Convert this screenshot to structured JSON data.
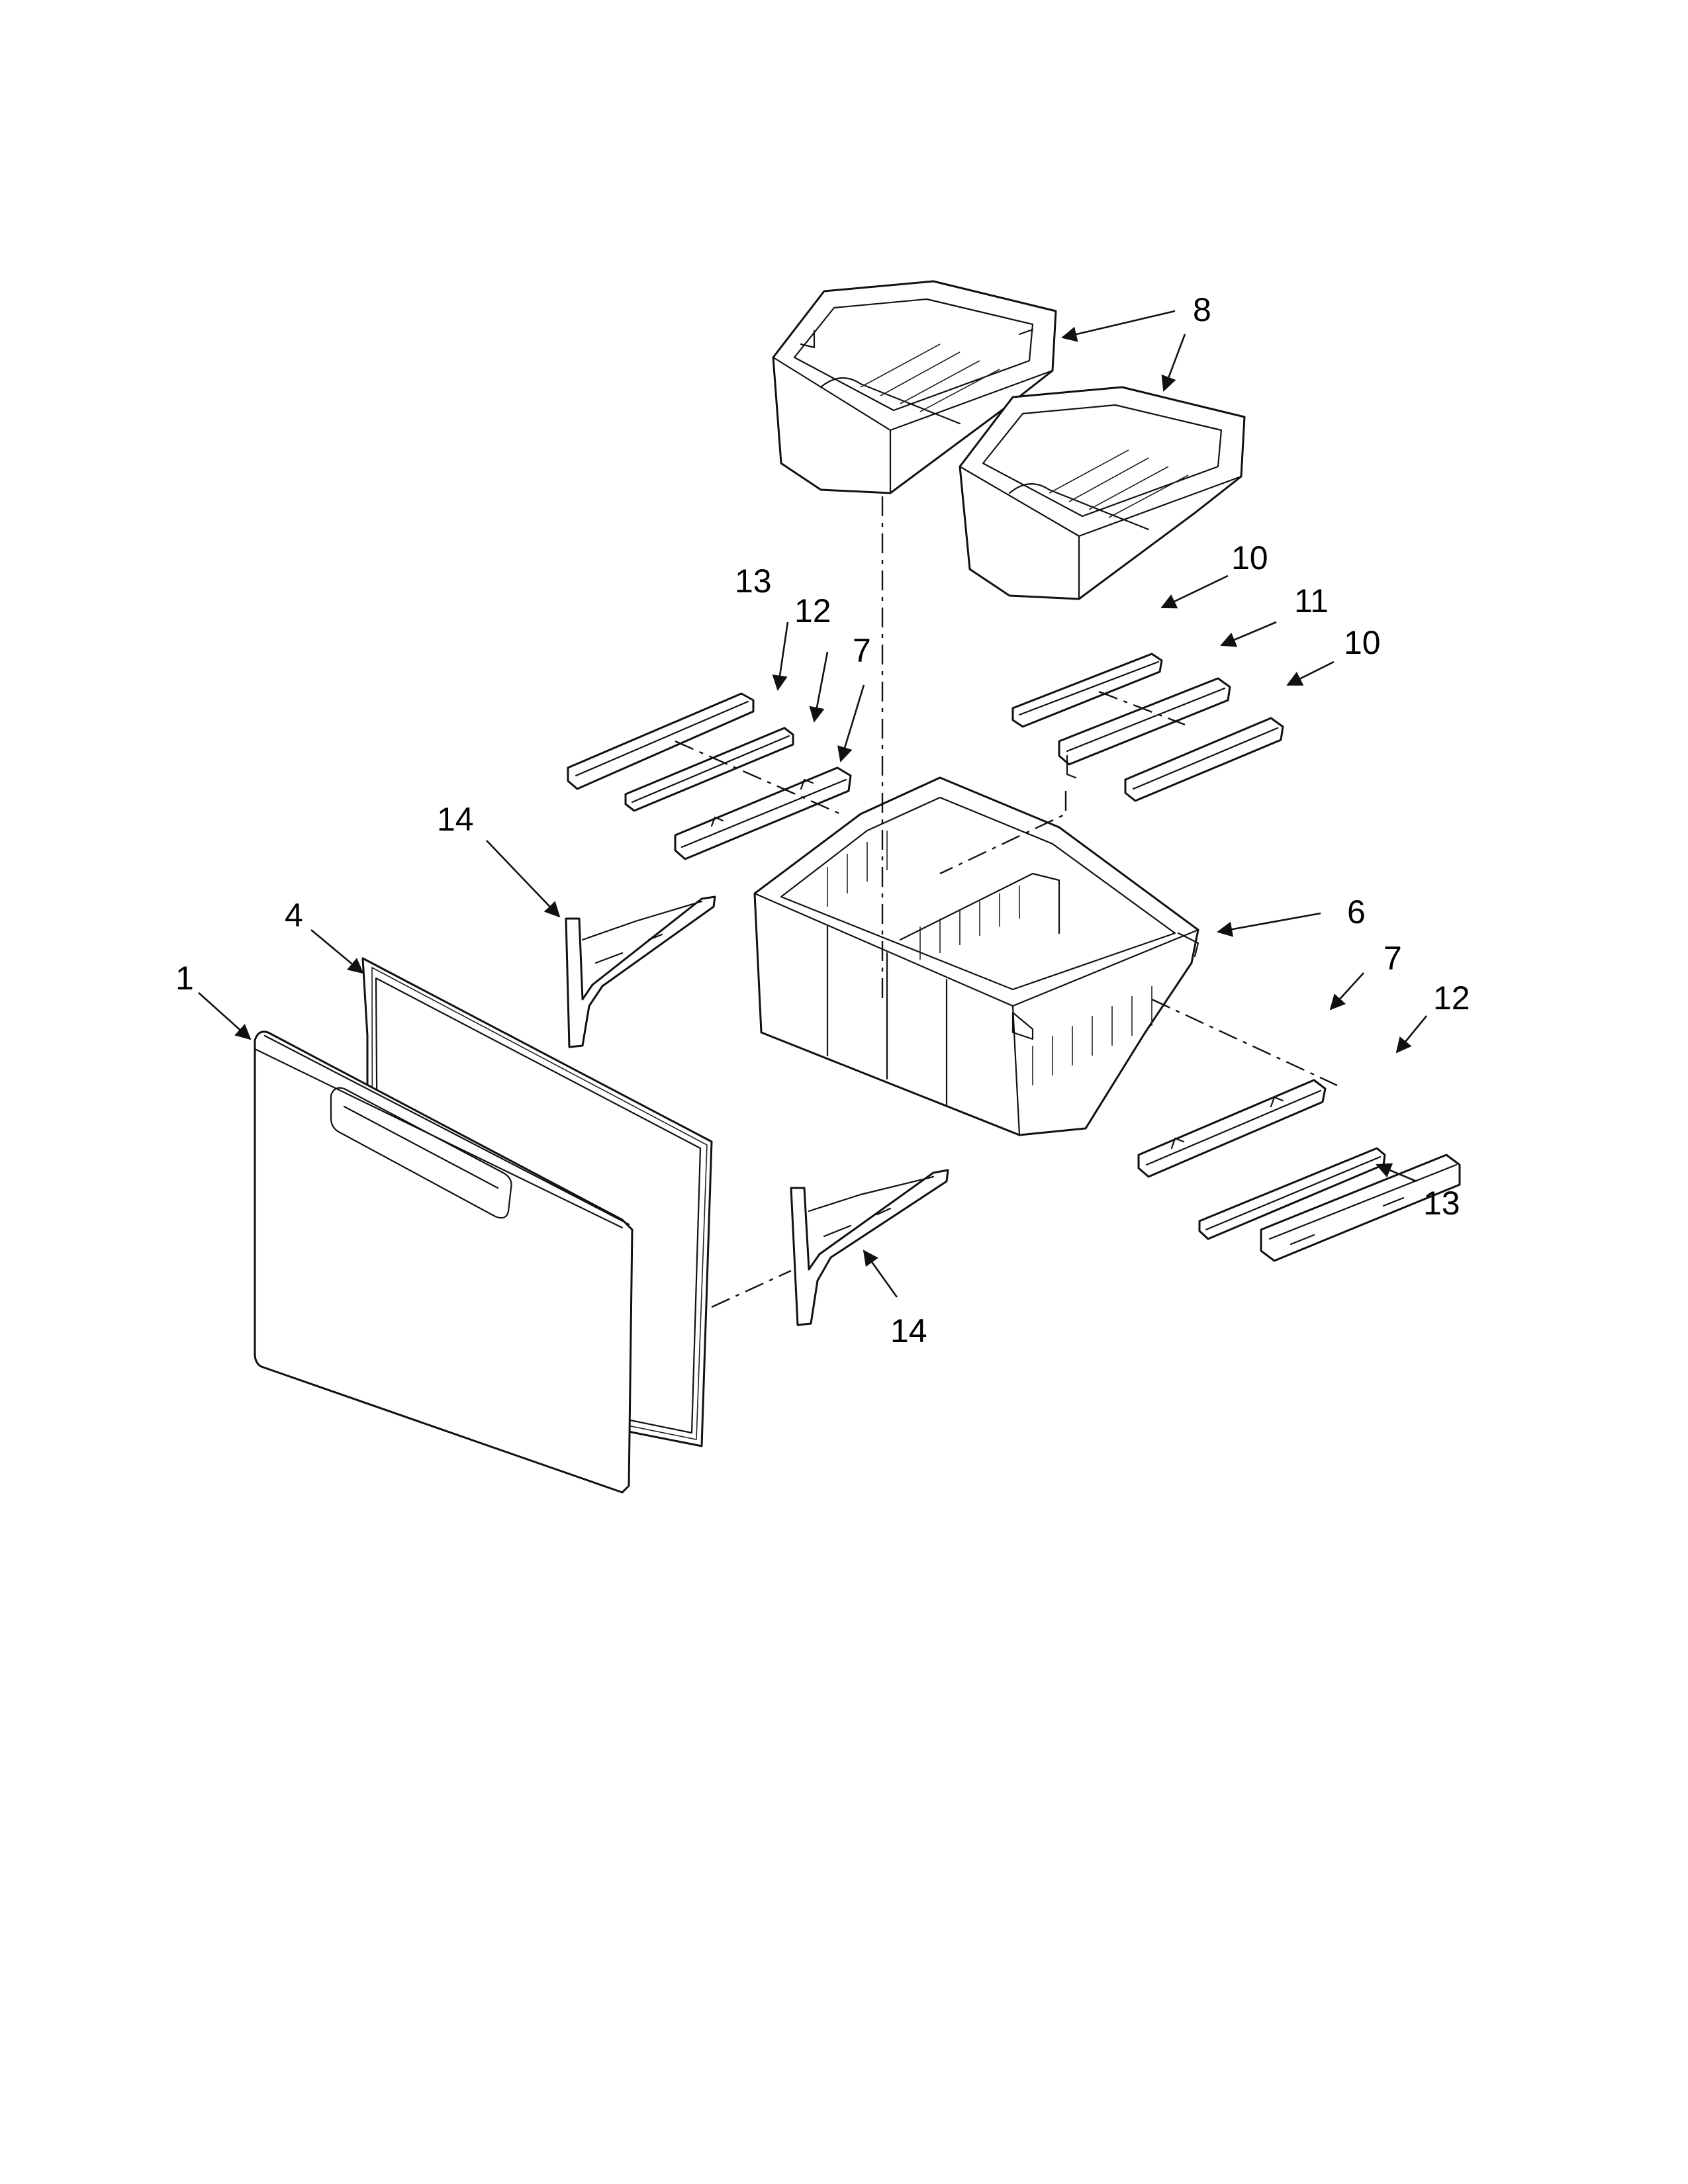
{
  "callouts": [
    {
      "id": "c1",
      "text": "1"
    },
    {
      "id": "c4",
      "text": "4"
    },
    {
      "id": "c6",
      "text": "6"
    },
    {
      "id": "c7a",
      "text": "7"
    },
    {
      "id": "c7b",
      "text": "7"
    },
    {
      "id": "c8",
      "text": "8"
    },
    {
      "id": "c10a",
      "text": "10"
    },
    {
      "id": "c10b",
      "text": "10"
    },
    {
      "id": "c11",
      "text": "11"
    },
    {
      "id": "c12a",
      "text": "12"
    },
    {
      "id": "c12b",
      "text": "12"
    },
    {
      "id": "c13a",
      "text": "13"
    },
    {
      "id": "c13b",
      "text": "13"
    },
    {
      "id": "c14a",
      "text": "14"
    },
    {
      "id": "c14b",
      "text": "14"
    }
  ]
}
